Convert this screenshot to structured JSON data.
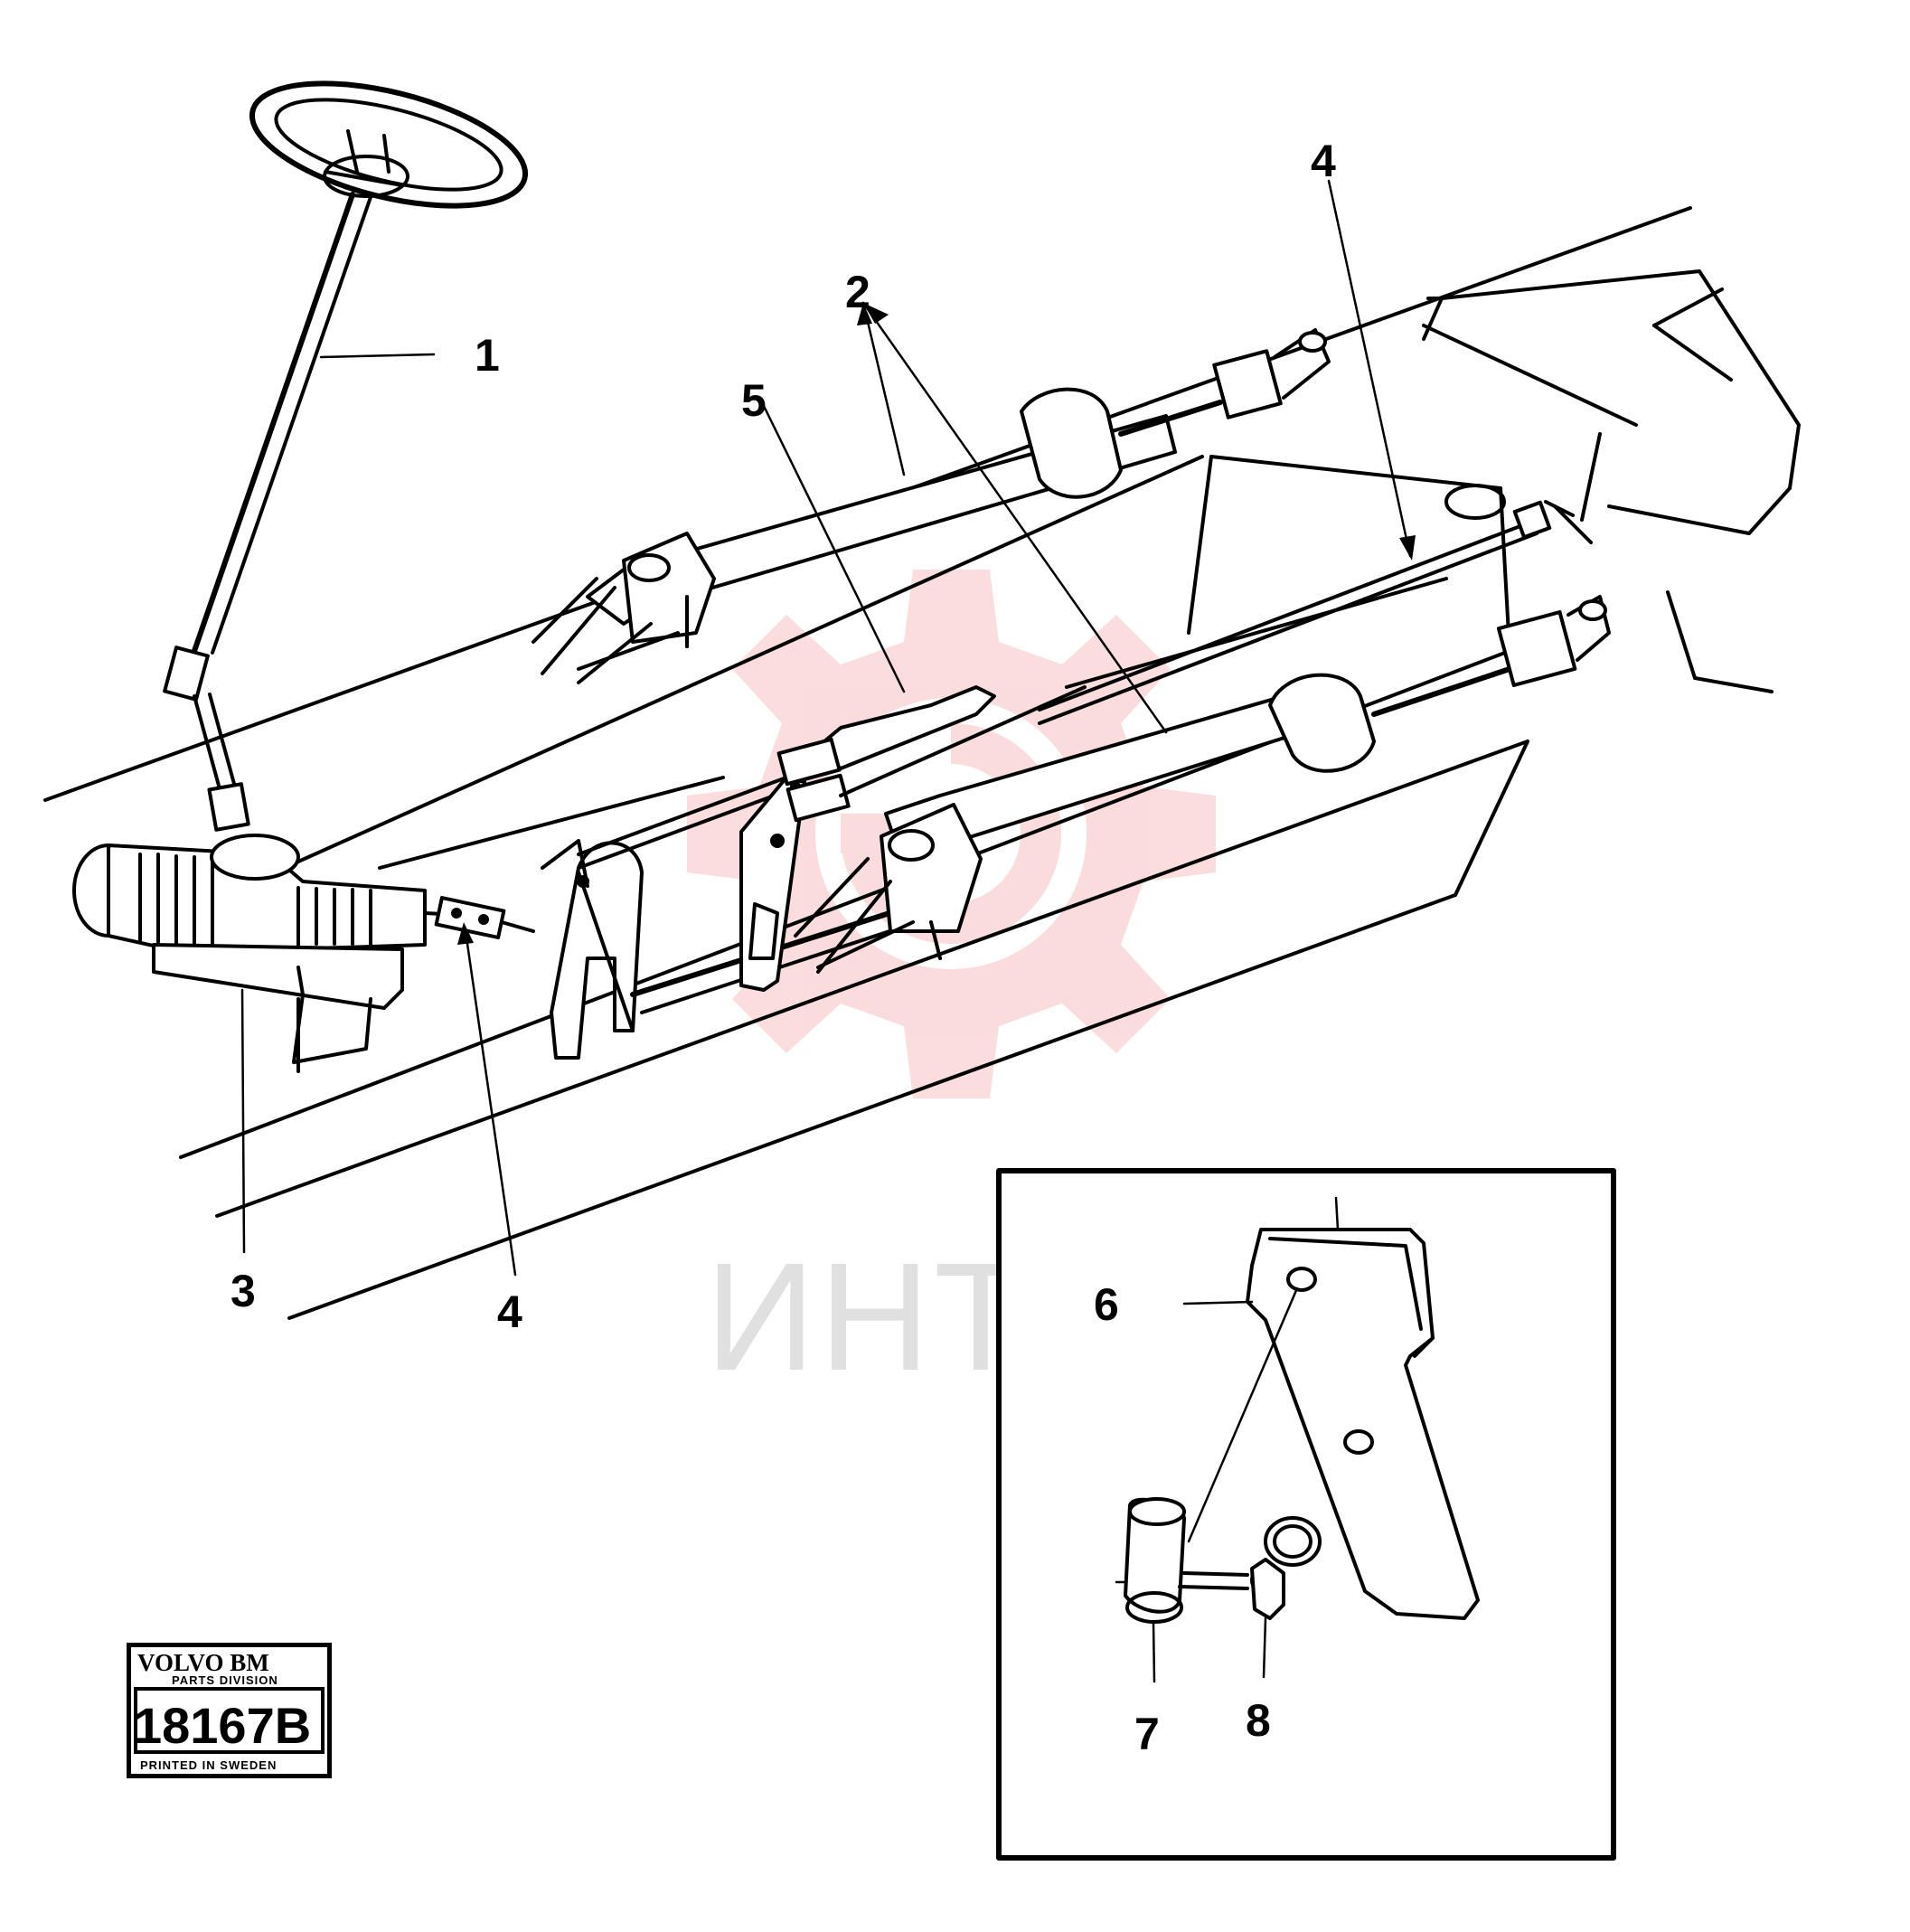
{
  "diagram": {
    "callouts": {
      "c1": "1",
      "c2": "2",
      "c3": "3",
      "c4_top": "4",
      "c4_bottom": "4",
      "c5": "5",
      "c6": "6",
      "c7": "7",
      "c8": "8"
    },
    "watermark": {
      "text": "ИНТЕХ",
      "color": "#e8383d"
    },
    "stamp": {
      "brand": "VOLVO BM",
      "division": "PARTS DIVISION",
      "code": "18167B",
      "printed": "PRINTED IN SWEDEN"
    },
    "colors": {
      "ink": "#000000",
      "watermark": "#e8383d",
      "background": "#ffffff"
    }
  }
}
